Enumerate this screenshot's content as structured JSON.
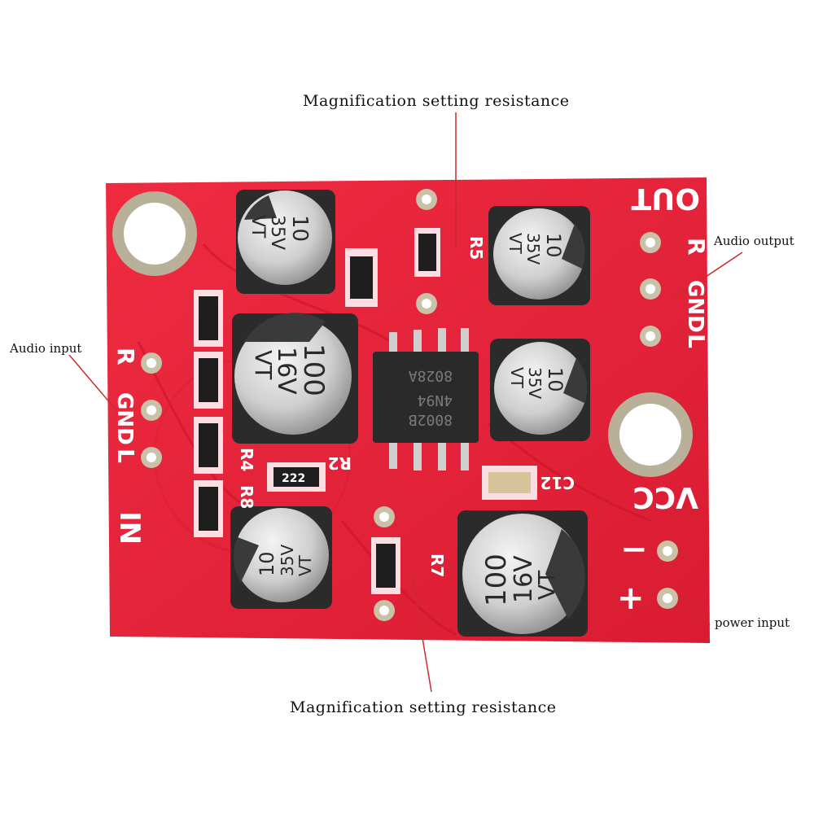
{
  "annotations": {
    "top": "Magnification setting resistance",
    "bottom": "Magnification setting resistance",
    "audio_input": "Audio input",
    "audio_output": "Audio output",
    "power_input": "power input"
  },
  "silkscreen": {
    "out": "OUT",
    "in": "IN",
    "vcc": "VCC",
    "r": "R",
    "gnd": "GND",
    "l": "L",
    "minus": "−",
    "plus": "+",
    "r5": "R5",
    "r2": "R2",
    "r4": "R4",
    "r8": "R8",
    "r7": "R7",
    "c12": "C12"
  },
  "capacitors": {
    "c_small_value": "10",
    "c_small_voltage": "35V",
    "c_large_value": "100",
    "c_large_voltage": "16V",
    "series": "VT"
  },
  "resistor_code": "222",
  "chip": {
    "line1": "8002B",
    "line2": "4N94",
    "line3": "8028A"
  },
  "colors": {
    "pcb": "#e8243a",
    "pad": "#c9c1a8",
    "background": "#ffffff"
  }
}
